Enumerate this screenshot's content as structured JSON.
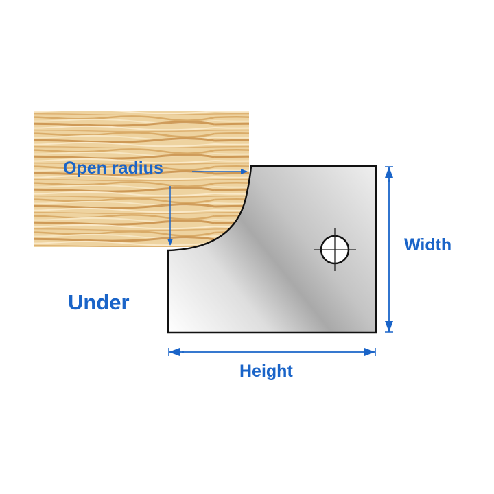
{
  "diagram": {
    "type": "router cutter profile knife dimensions",
    "labels": {
      "open_radius": "Open radius",
      "profile_type": "Under",
      "width": "Width",
      "height": "Height"
    },
    "colors": {
      "annotation_blue": "#1a64c8",
      "outline": "#111111",
      "wood_light": "#f1d9a6",
      "wood_dark": "#c9914a",
      "steel_light": "#f7f7f7",
      "steel_dark": "#a8a8a8"
    },
    "icons": {
      "mounting_hole": "crosshair-circle-icon",
      "dimension_arrows": "double-headed-arrow-icon",
      "pointer_arrows": "arrow-icon"
    }
  }
}
